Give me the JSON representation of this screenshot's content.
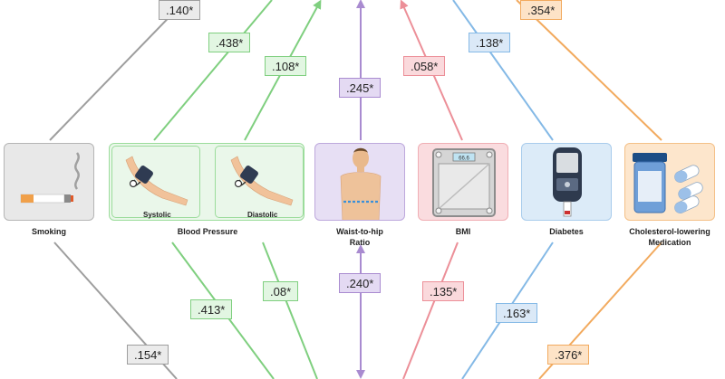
{
  "factors": [
    {
      "id": "smoking",
      "label": "Smoking",
      "color": "#9e9e9e",
      "fill": "#e8e8e8",
      "icon": "cigarette-icon",
      "top_coef": ".140*",
      "bottom_coef": ".154*"
    },
    {
      "id": "blood-pressure",
      "label": "Blood Pressure",
      "color": "#7fcf7f",
      "fill": "#eaf7ea",
      "icon": "blood-pressure-cuff-icon",
      "sub_labels": [
        "Systolic",
        "Diastolic"
      ],
      "top_coefs": [
        ".438*",
        ".108*"
      ],
      "bottom_coefs": [
        ".413*",
        ".08*"
      ]
    },
    {
      "id": "waist-to-hip",
      "label": "Waist-to-hip Ratio",
      "color": "#a98bd0",
      "fill": "#e7dff4",
      "icon": "body-measurement-icon",
      "top_coef": ".245*",
      "bottom_coef": ".240*"
    },
    {
      "id": "bmi",
      "label": "BMI",
      "color": "#ec8f98",
      "fill": "#fadcdf",
      "icon": "scale-icon",
      "top_coef": ".058*",
      "bottom_coef": ".135*",
      "scale_display": "66.6"
    },
    {
      "id": "diabetes",
      "label": "Diabetes",
      "color": "#84b9e6",
      "fill": "#dcebf8",
      "icon": "glucose-meter-icon",
      "top_coef": ".138*",
      "bottom_coef": ".163*"
    },
    {
      "id": "cholesterol-medication",
      "label": "Cholesterol-lowering Medication",
      "color": "#f2aa5e",
      "fill": "#fde6cc",
      "icon": "pill-bottle-icon",
      "top_coef": ".354*",
      "bottom_coef": ".376*"
    }
  ]
}
